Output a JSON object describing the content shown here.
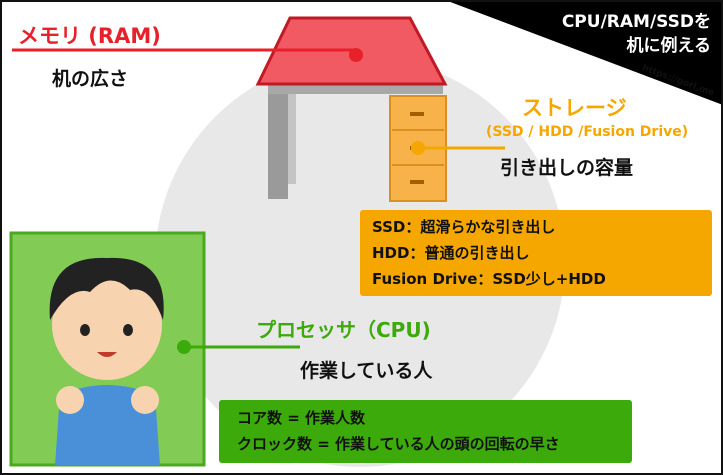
{
  "title": {
    "line1": "CPU/RAM/SSDを",
    "line2": "机に例える",
    "url": "https://gori.me"
  },
  "memory": {
    "label": "メモリ (RAM)",
    "desc": "机の広さ",
    "color": "#e8202a"
  },
  "storage": {
    "label": "ストレージ",
    "sub": "(SSD / HDD /Fusion Drive)",
    "desc": "引き出しの容量",
    "color": "#f5a700",
    "details": [
      "SSD：超滑らかな引き出し",
      "HDD：普通の引き出し",
      "Fusion Drive：SSD少し+HDD"
    ]
  },
  "processor": {
    "label": "プロセッサ（CPU)",
    "desc": "作業している人",
    "color": "#3caa0a",
    "details": [
      "コア数 = 作業人数",
      "クロック数 = 作業している人の頭の回転の早さ"
    ]
  }
}
